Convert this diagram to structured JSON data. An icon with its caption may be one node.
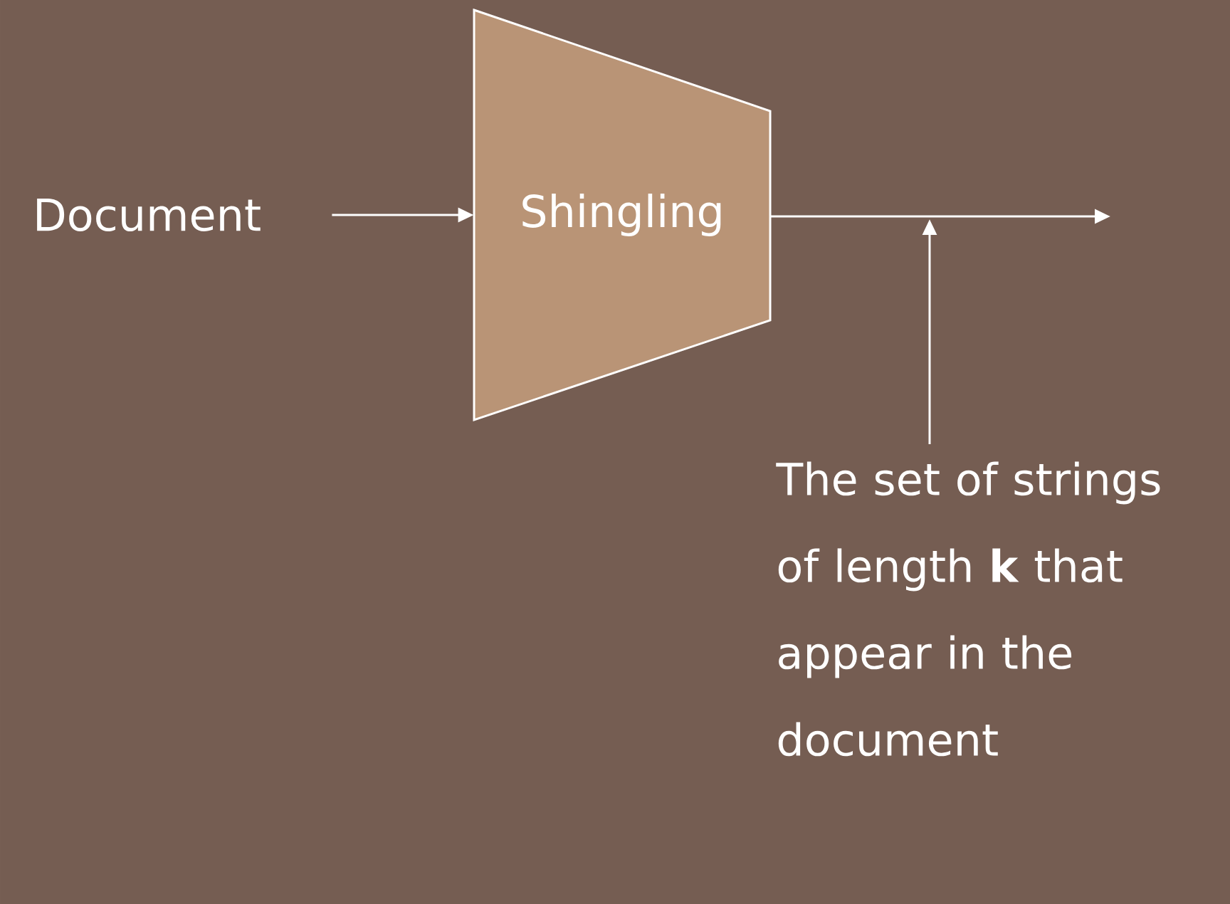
{
  "diagram": {
    "nodes": [
      {
        "text": [
          "Document"
        ]
      },
      {
        "text": [
          "Shingling"
        ]
      },
      {
        "text": [
          "The set of strings of length **k** that appear in the document"
        ]
      }
    ],
    "edges": [
      {
        "from": 0,
        "to": 1,
        "arrow": "to"
      },
      {
        "from": 1,
        "to": null,
        "arrow": "to"
      },
      {
        "from": 2,
        "to": null,
        "arrow": "to"
      }
    ]
  }
}
